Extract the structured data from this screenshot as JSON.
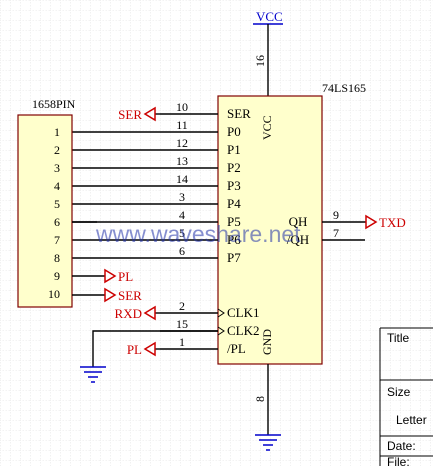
{
  "power": {
    "vcc_label": "VCC"
  },
  "connector": {
    "title": "1658PIN",
    "pins": [
      "1",
      "2",
      "3",
      "4",
      "5",
      "6",
      "7",
      "8",
      "9",
      "10"
    ]
  },
  "chip": {
    "name": "74LS165",
    "vcc_pin_number": "16",
    "vcc_label": "VCC",
    "gnd_label": "GND",
    "gnd_pin_number": "8",
    "left_pins": [
      {
        "number": "10",
        "name": "SER"
      },
      {
        "number": "11",
        "name": "P0"
      },
      {
        "number": "12",
        "name": "P1"
      },
      {
        "number": "13",
        "name": "P2"
      },
      {
        "number": "14",
        "name": "P3"
      },
      {
        "number": "3",
        "name": "P4"
      },
      {
        "number": "4",
        "name": "P5"
      },
      {
        "number": "5",
        "name": "P6"
      },
      {
        "number": "6",
        "name": "P7"
      },
      {
        "number": "2",
        "name": "CLK1"
      },
      {
        "number": "15",
        "name": "CLK2"
      },
      {
        "number": "1",
        "name": "/PL"
      }
    ],
    "right_pins": [
      {
        "number": "9",
        "name": "QH"
      },
      {
        "number": "7",
        "name": "/QH"
      }
    ]
  },
  "nets": {
    "ser_top": "SER",
    "pl_conn": "PL",
    "ser_conn": "SER",
    "txd": "TXD",
    "rxd": "RXD",
    "pl_chip": "PL"
  },
  "watermark": "www.waveshare.net",
  "title_block": {
    "title_label": "Title",
    "size_label": "Size",
    "size_value": "Letter",
    "date_label": "Date:",
    "file_label": "File:"
  },
  "colors": {
    "symbol_fill": "#ffffcc",
    "wire": "#000000",
    "net_label": "#cc0000",
    "power_label": "#0000cc",
    "grid": "#d0d0d0"
  }
}
